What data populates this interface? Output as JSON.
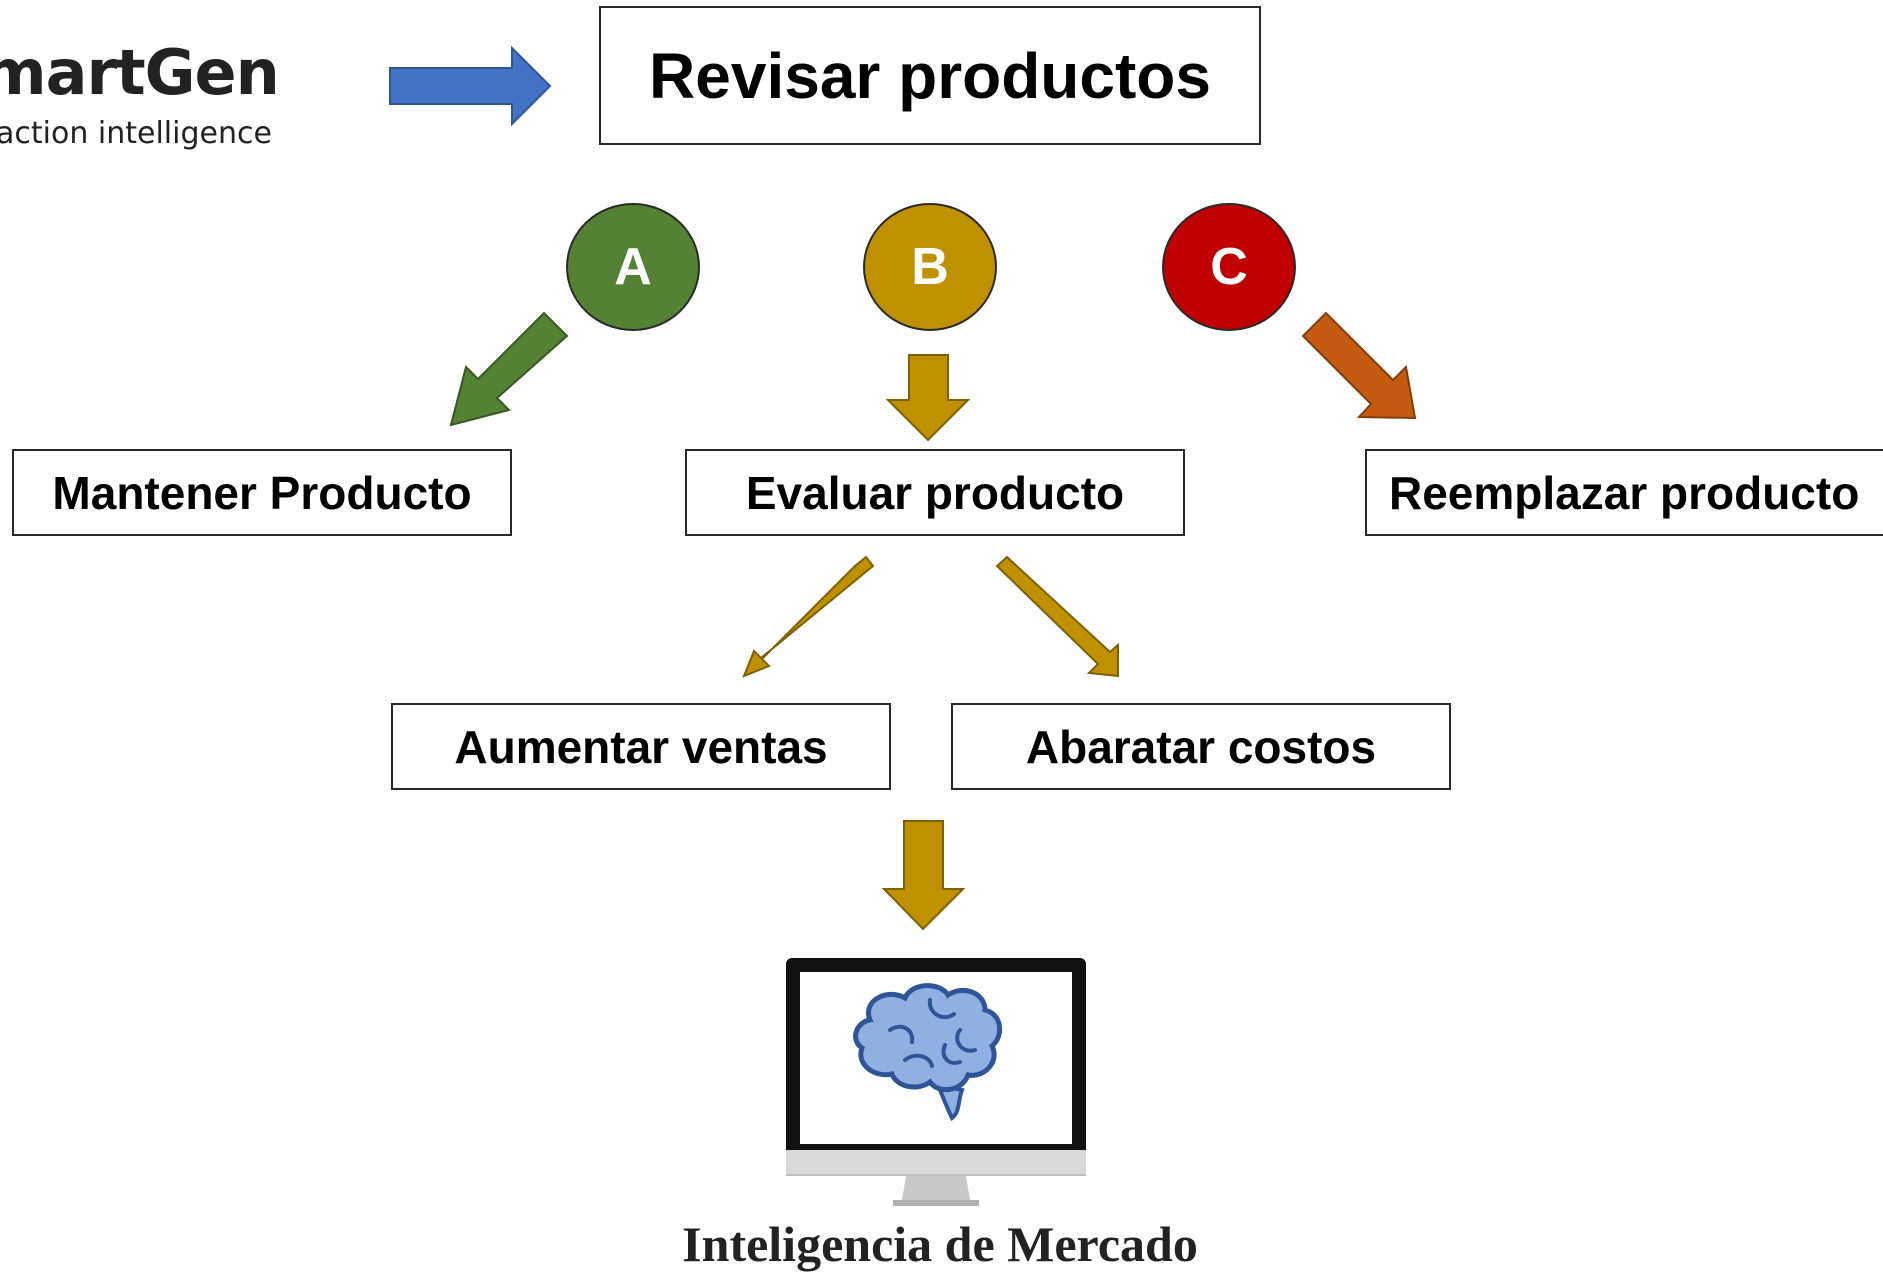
{
  "logo": {
    "name": "martGen",
    "tagline": "action intelligence"
  },
  "top_box": {
    "label": "Revisar productos"
  },
  "categories": [
    {
      "letter": "A",
      "color": "#548235"
    },
    {
      "letter": "B",
      "color": "#bf9000"
    },
    {
      "letter": "C",
      "color": "#c00000"
    }
  ],
  "actions": {
    "maintain": "Mantener Producto",
    "evaluate": "Evaluar producto",
    "replace": "Reemplazar producto"
  },
  "strategies": {
    "increase_sales": "Aumentar ventas",
    "cut_costs": "Abaratar costos"
  },
  "result": {
    "caption": "Inteligencia de Mercado",
    "icon": "brain-on-monitor-icon"
  },
  "colors": {
    "blue_arrow": "#4472c4",
    "green_arrow": "#548235",
    "gold_arrow": "#bf9000",
    "orange_arrow": "#c55a11",
    "brain": "#8fb0e0"
  }
}
